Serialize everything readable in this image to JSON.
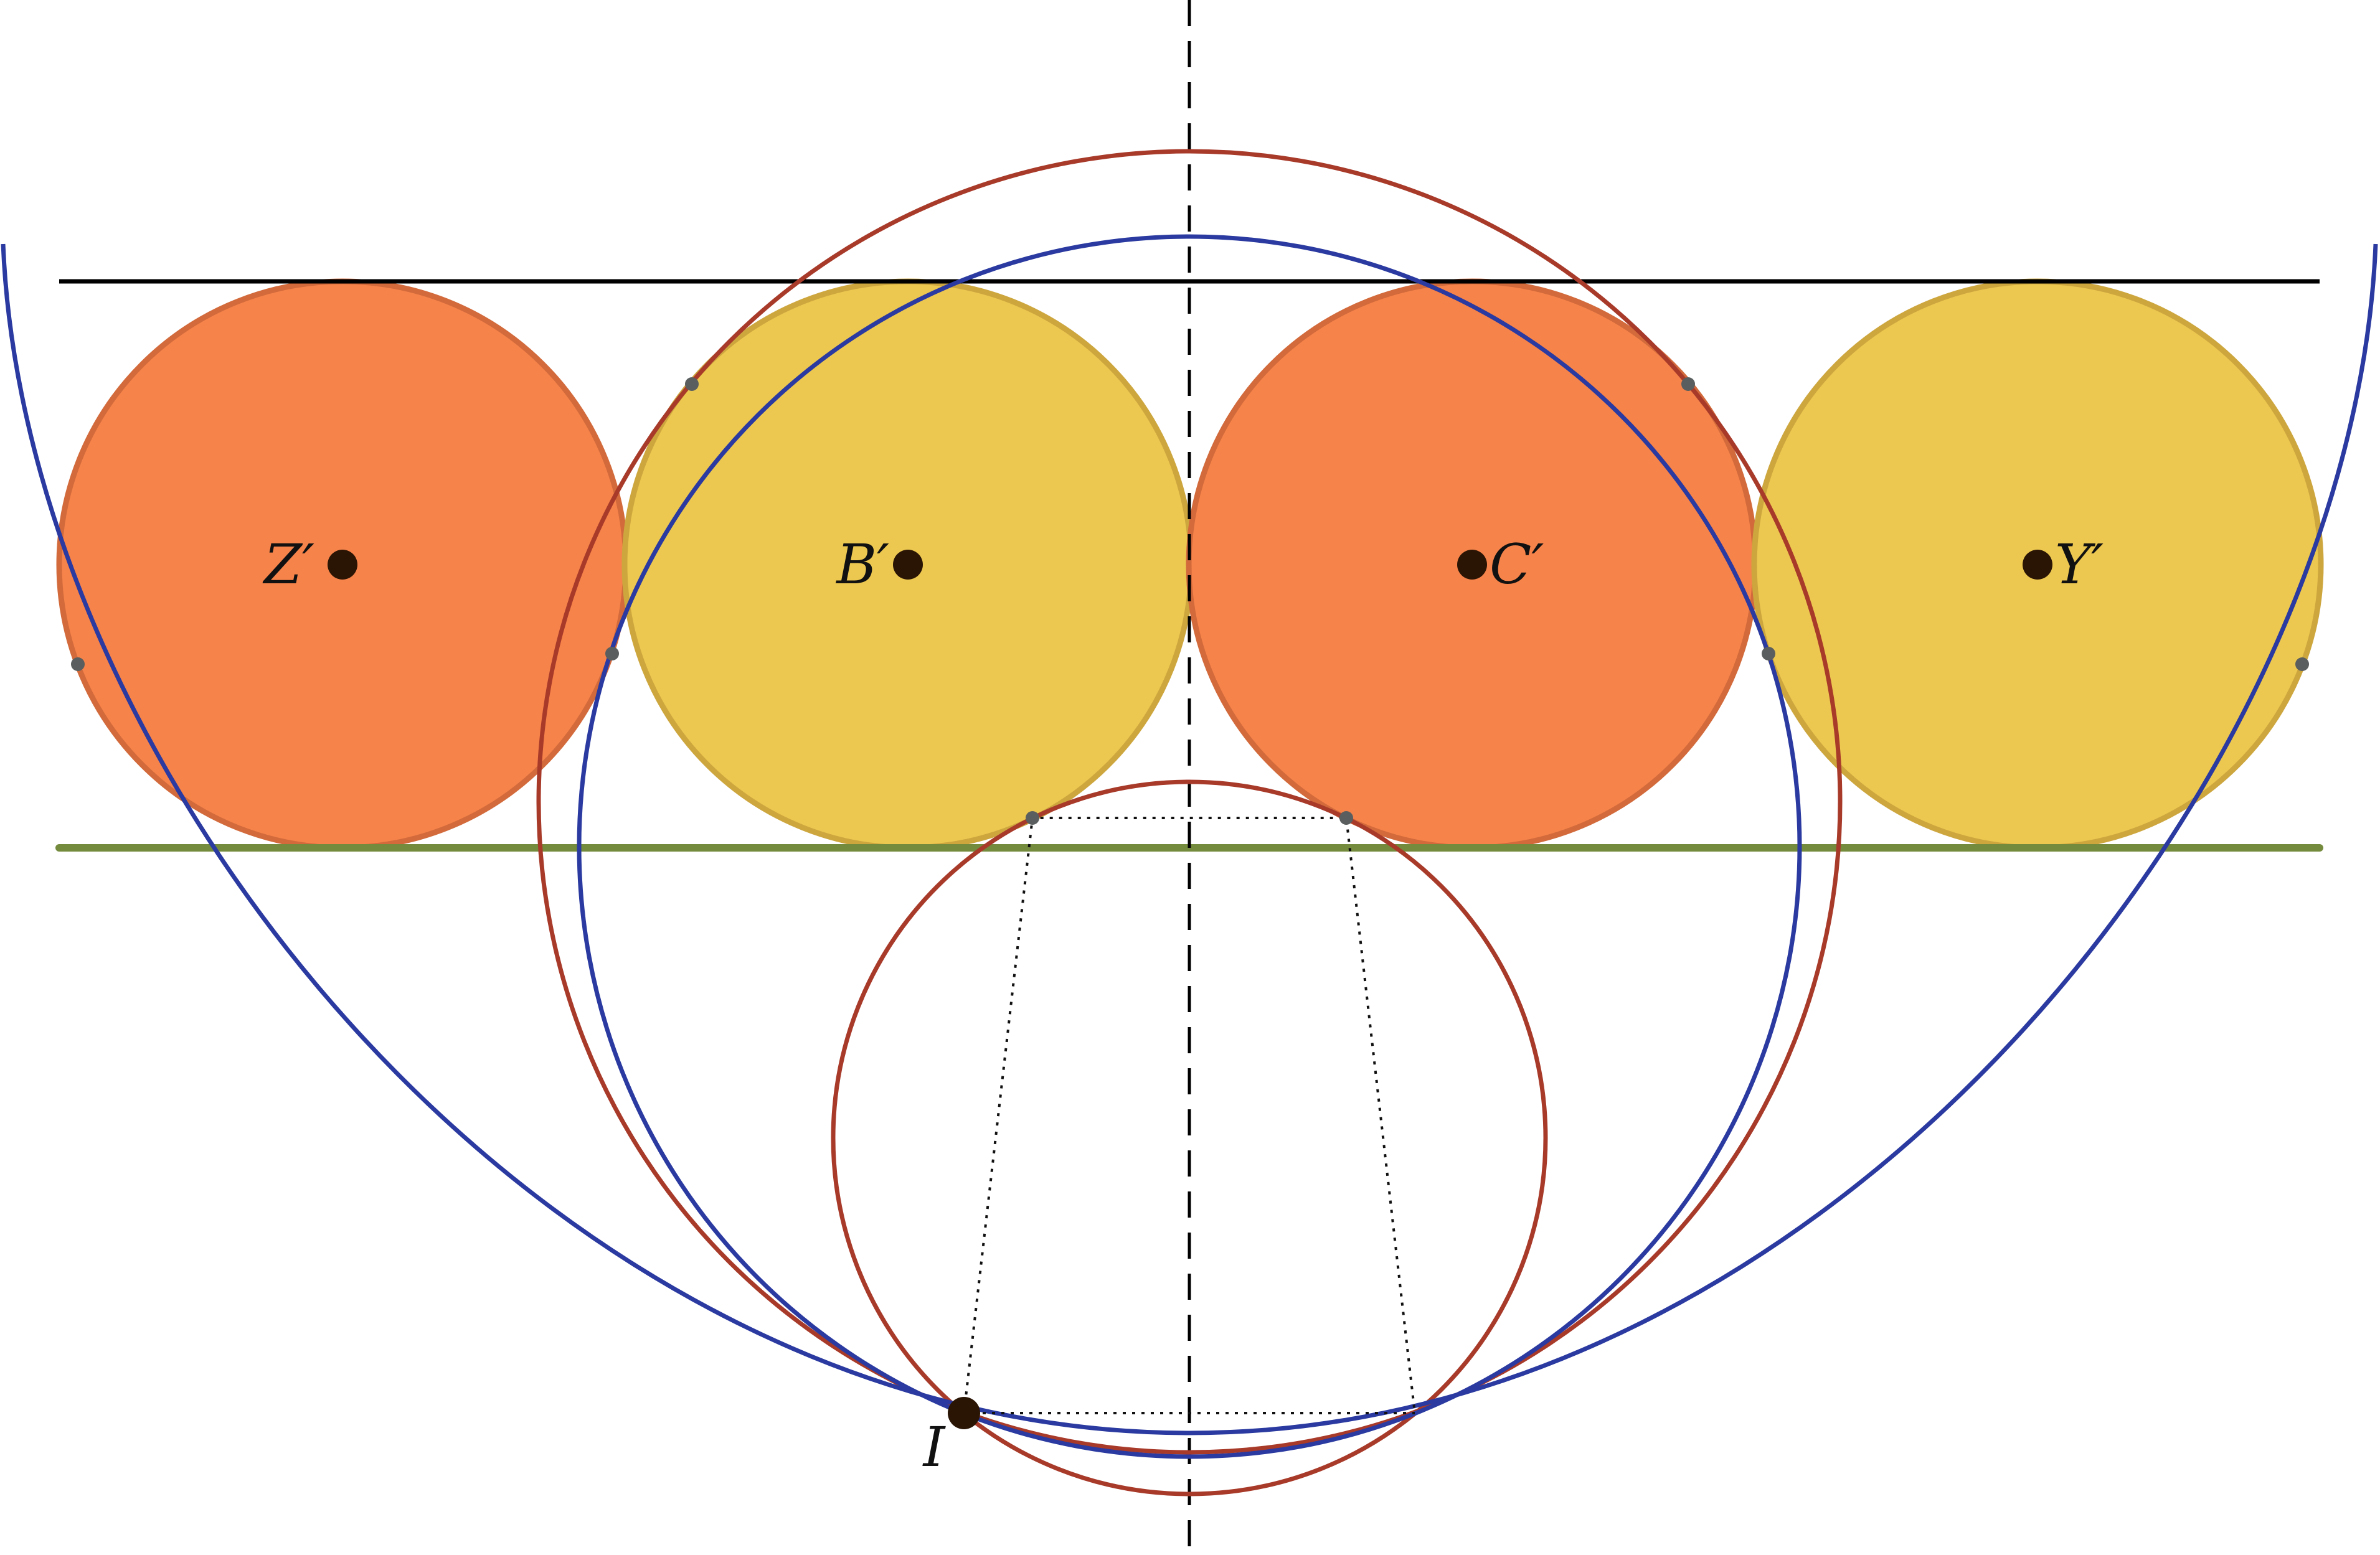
{
  "colors": {
    "orange_fill": "#f6834a",
    "orange_stroke": "#d26a3b",
    "yellow_fill": "#edc850",
    "yellow_stroke": "#cda63e",
    "red_circle": "#a83a2a",
    "blue_arc": "#2a3aa0",
    "black_line": "#000000",
    "green_line": "#748a3c",
    "point_dark": "#2a1505",
    "point_gray": "#5a5e5e"
  },
  "labels": {
    "z": "Z′",
    "b": "B′",
    "c": "C′",
    "y": "Y′",
    "i": "I"
  }
}
